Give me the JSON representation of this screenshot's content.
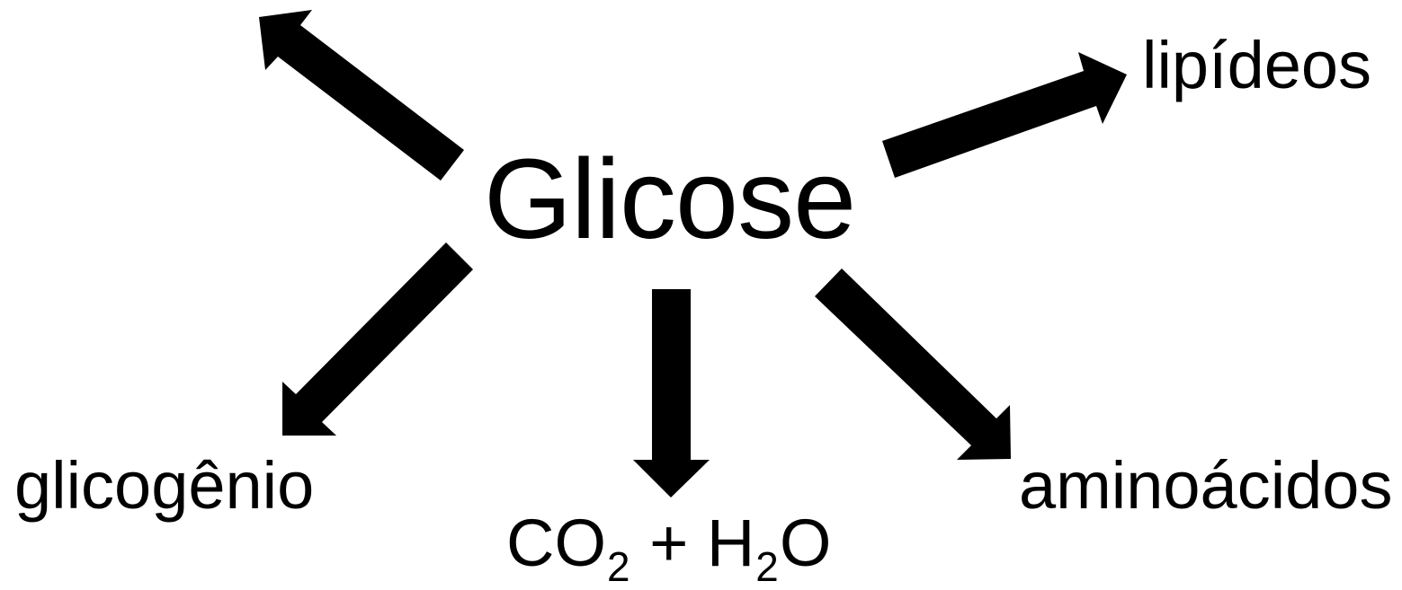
{
  "center": {
    "label": "Glicose"
  },
  "products": {
    "lipideos": "lipídeos",
    "glicogenio": "glicogênio",
    "aminoacidos": "aminoácidos",
    "co2_h2o": {
      "part1": "CO",
      "sub1": "2",
      "part2": " + H",
      "sub2": "2",
      "part3": "O"
    }
  },
  "colors": {
    "arrow": "#000000",
    "text": "#000000",
    "background": "#ffffff"
  }
}
